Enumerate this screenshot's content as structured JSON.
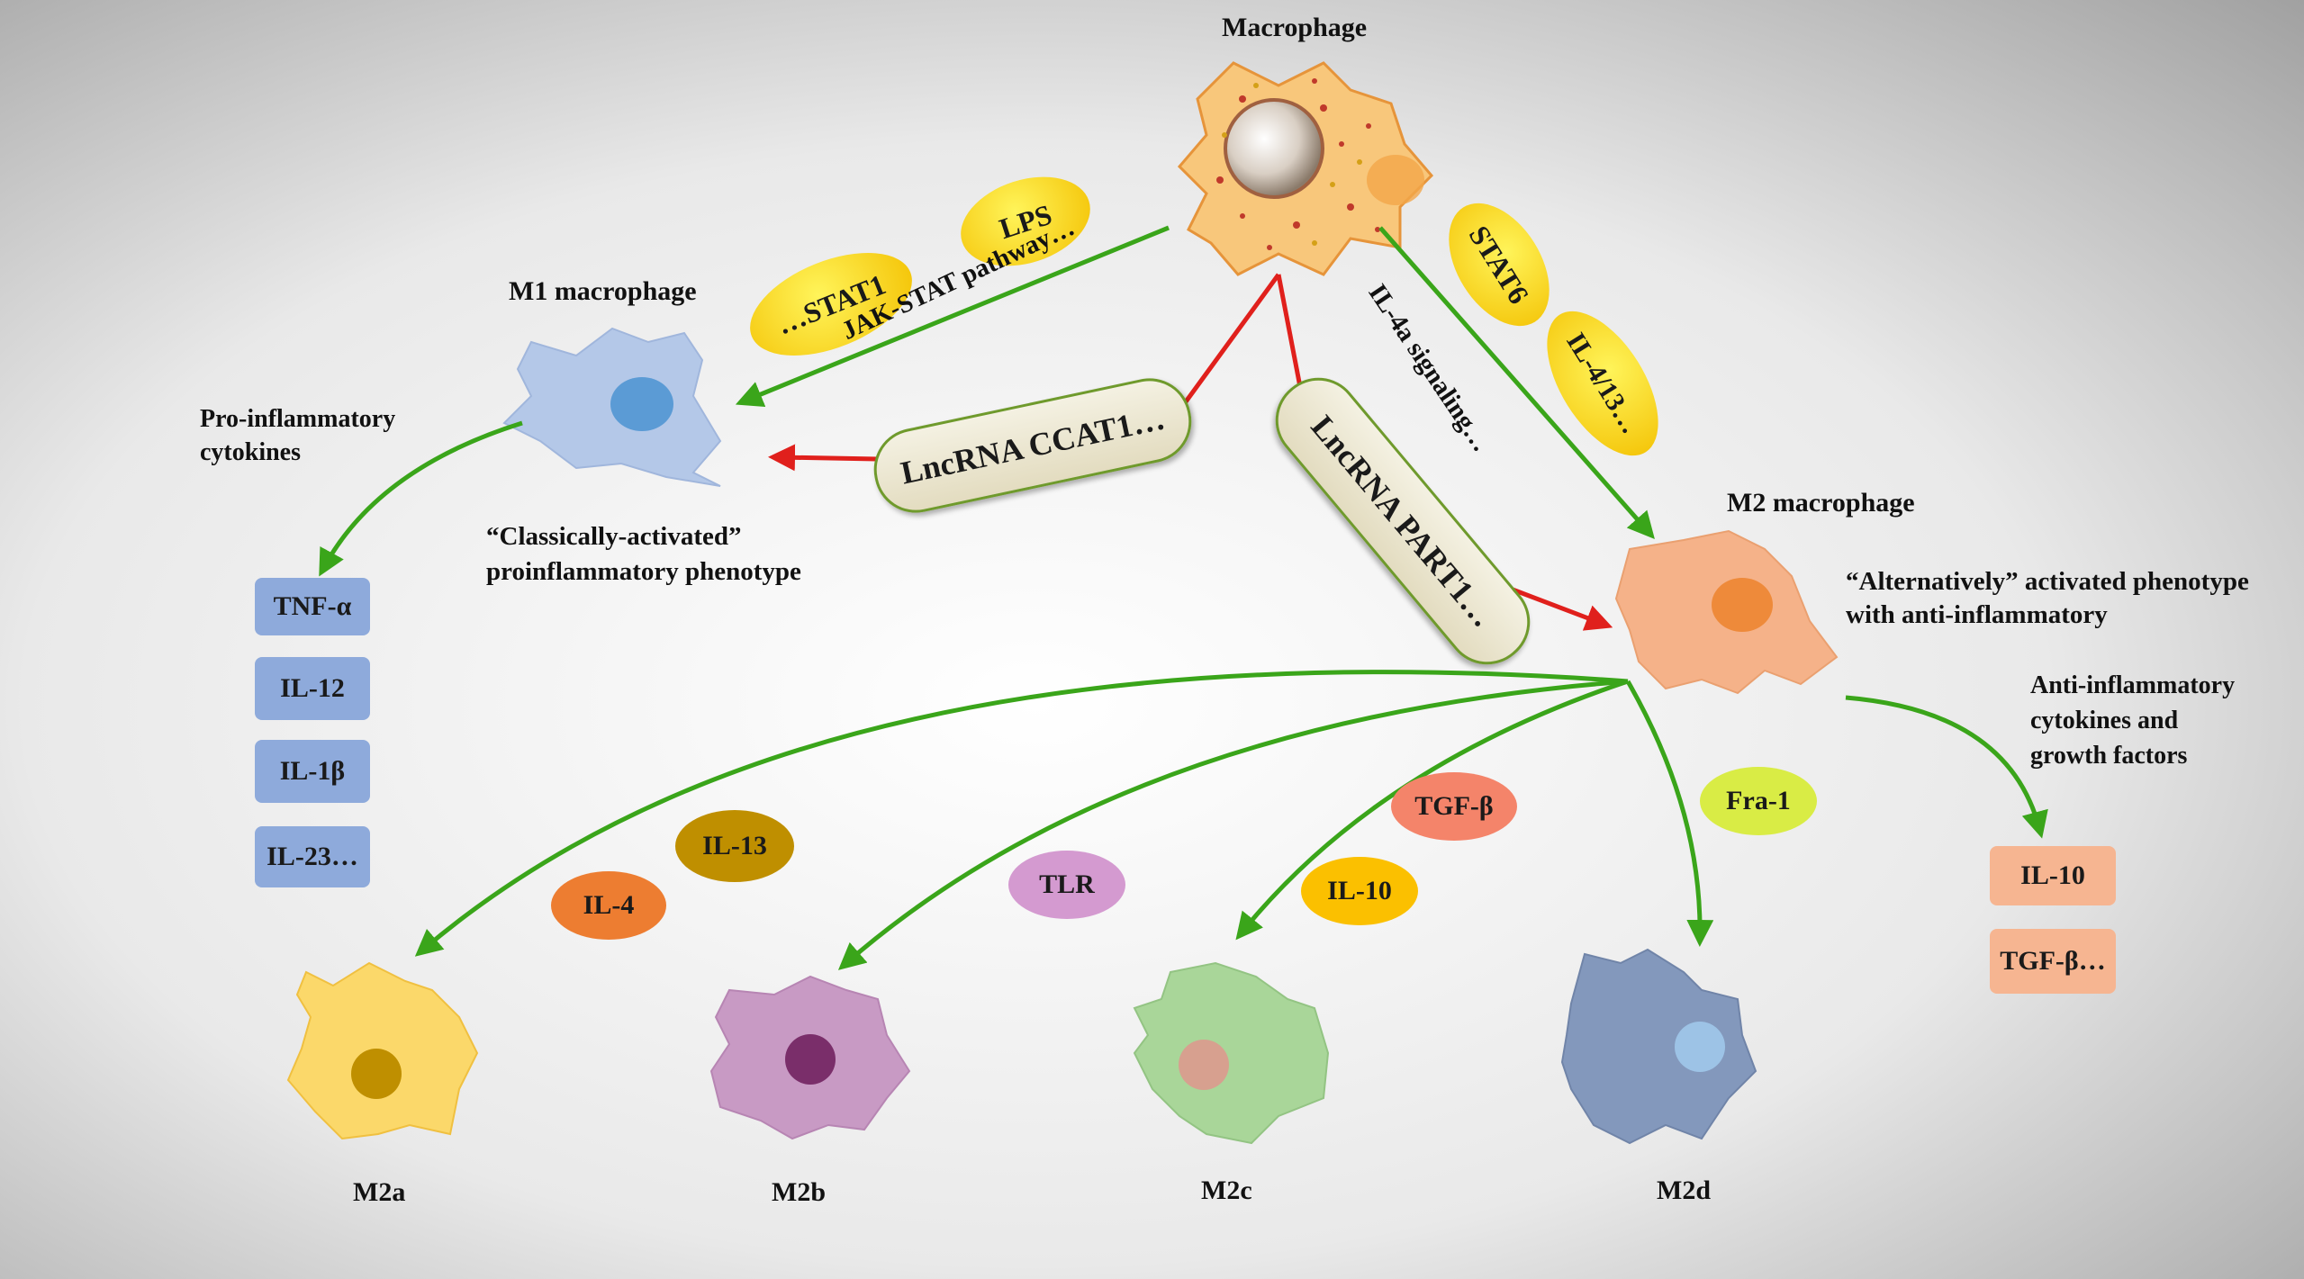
{
  "title": "Macrophage",
  "m1": {
    "title": "M1 macrophage",
    "cytokines_label_l1": "Pro-inflammatory",
    "cytokines_label_l2": "cytokines",
    "phenotype_l1": "“Classically-activated”",
    "phenotype_l2": "proinflammatory phenotype",
    "cytokines": [
      "TNF-α",
      "IL-12",
      "IL-1β",
      "IL-23…"
    ]
  },
  "m2": {
    "title": "M2 macrophage",
    "phenotype_l1": "“Alternatively” activated phenotype",
    "phenotype_l2": "with anti-inflammatory",
    "cytokines_label_l1": "Anti-inflammatory",
    "cytokines_label_l2": "cytokines and",
    "cytokines_label_l3": "growth factors",
    "cytokines": [
      "IL-10",
      "TGF-β…"
    ]
  },
  "signals": {
    "lps": "LPS",
    "stat1": "…STAT1",
    "jak_stat": "JAK-STAT pathway…",
    "stat6": "STAT6",
    "il4_13": "IL-4/13…",
    "il4a": "IL-4a signaling…",
    "lnc_ccat1": "LncRNA CCAT1…",
    "lnc_part1": "LncRNA PART1…"
  },
  "subtypes": {
    "m2a": "M2a",
    "m2b": "M2b",
    "m2c": "M2c",
    "m2d": "M2d",
    "il4": "IL-4",
    "il13": "IL-13",
    "tlr": "TLR",
    "tgfb": "TGF-β",
    "il10": "IL-10",
    "fra1": "Fra-1"
  },
  "colors": {
    "green_arrow": "#3aa51a",
    "red_arrow": "#e0201c",
    "m1_cell": "#b4c8e8",
    "m2_cell": "#f5b289",
    "m2a_cell": "#fbd86a",
    "m2b_cell": "#c89ac4",
    "m2c_cell": "#a9d699",
    "m2d_cell": "#8398bc",
    "m1_cytokine_box": "#8eaadb",
    "m2_cytokine_box": "#f6b591"
  }
}
